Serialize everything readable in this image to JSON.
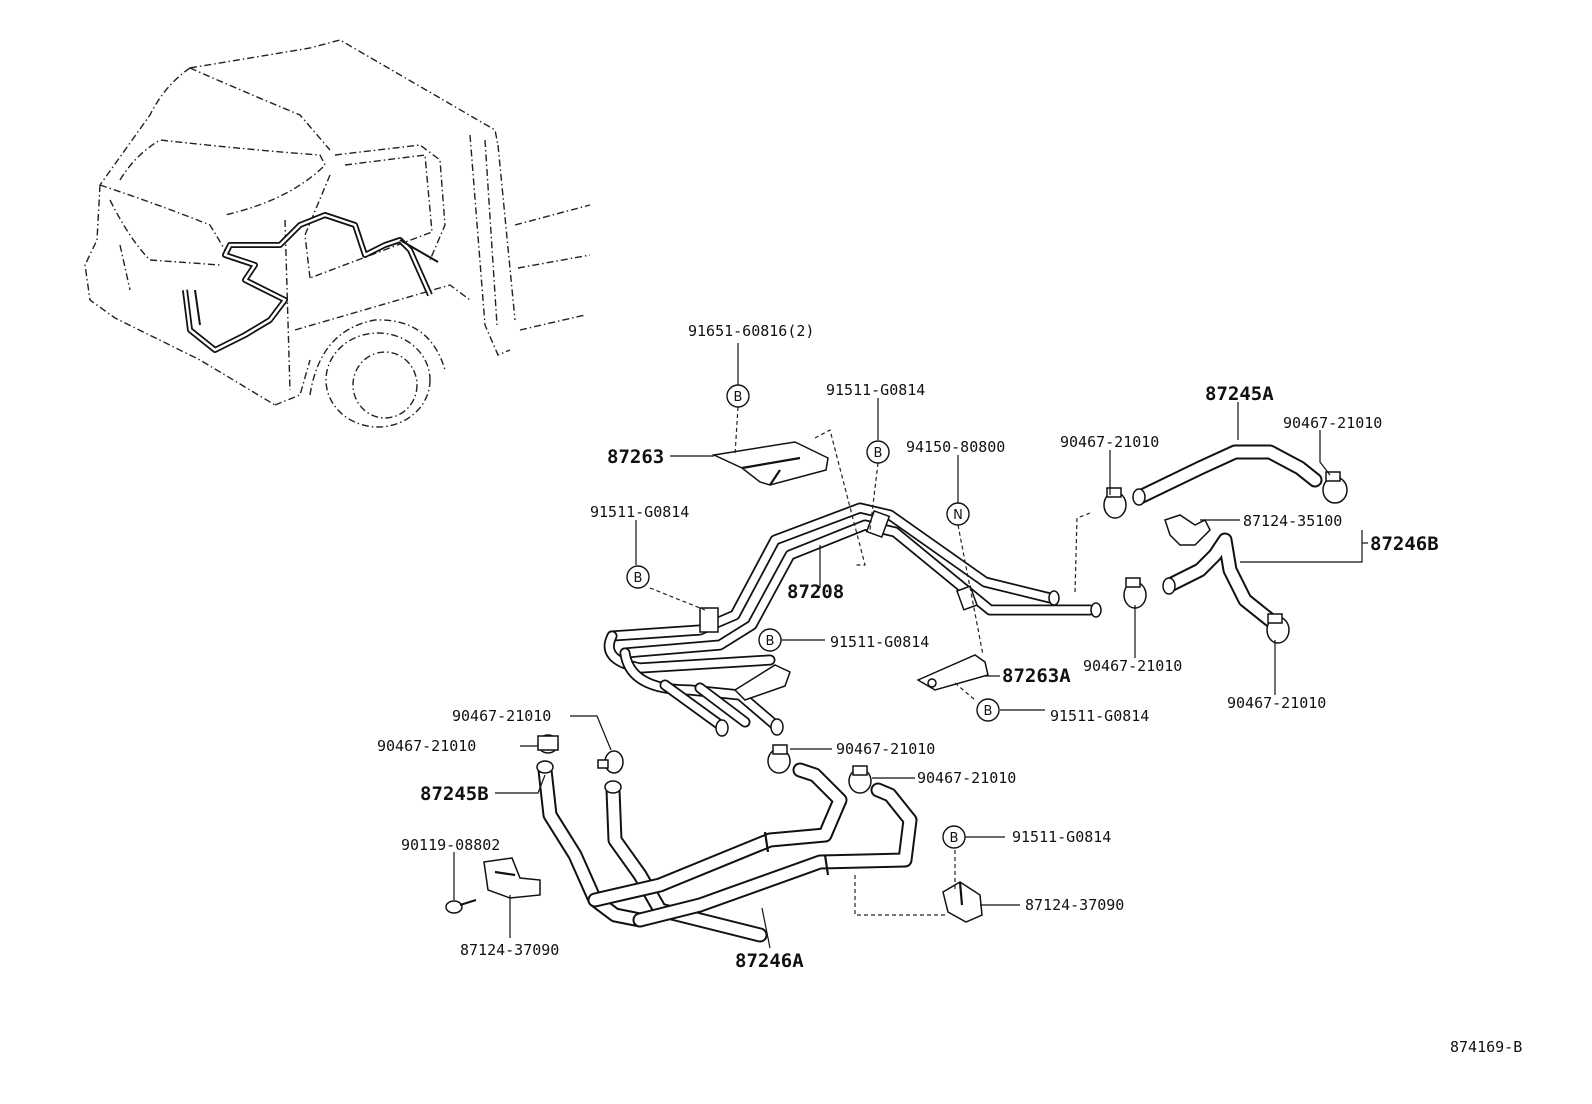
{
  "diagram": {
    "figure_id": "874169-B",
    "labels": {
      "p91651": "91651-60816(2)",
      "p91511_top": "91511-G0814",
      "p87263": "87263",
      "p94150": "94150-80800",
      "p90467_top_mid": "90467-21010",
      "p87245A": "87245A",
      "p90467_top_right": "90467-21010",
      "p91511_left": "91511-G0814",
      "p87124_35100": "87124-35100",
      "p87246B": "87246B",
      "p87208": "87208",
      "p91511_mid": "91511-G0814",
      "p87263A": "87263A",
      "p90467_mid_right": "90467-21010",
      "p90467_right": "90467-21010",
      "p91511_bottom_mid": "91511-G0814",
      "p90467_a": "90467-21010",
      "p90467_b": "90467-21010",
      "p90467_c": "90467-21010",
      "p90467_d": "90467-21010",
      "p87245B": "87245B",
      "p91511_lower": "91511-G0814",
      "p90119": "90119-08802",
      "p87124_37090_right": "87124-37090",
      "p87124_37090_left": "87124-37090",
      "p87246A": "87246A"
    },
    "markers": {
      "b": "B",
      "n": "N"
    }
  }
}
